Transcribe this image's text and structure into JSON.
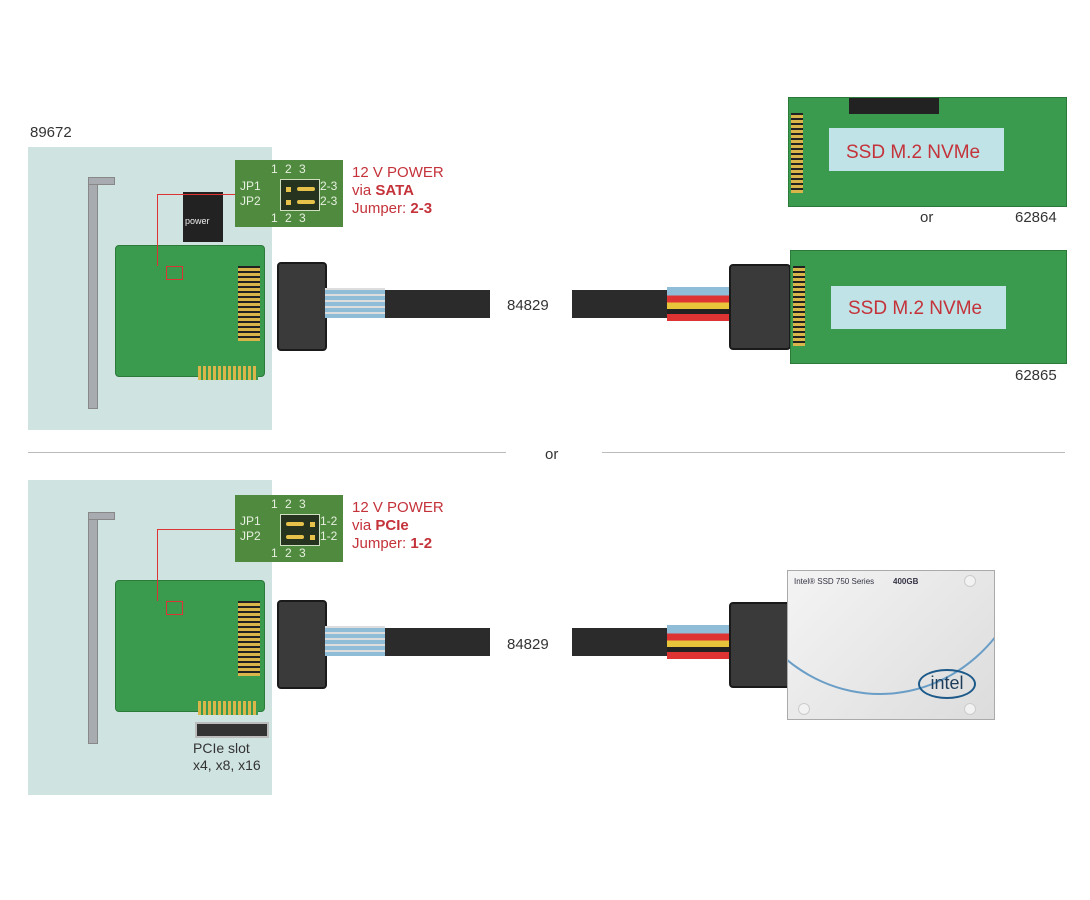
{
  "top": {
    "card_id": "89672",
    "jumper": {
      "cols": [
        "1",
        "2",
        "3"
      ],
      "rows": [
        "JP1",
        "JP2"
      ],
      "settings": [
        "2-3",
        "2-3"
      ]
    },
    "power_line1": "12 V POWER",
    "power_via": "via",
    "power_source": "SATA",
    "jumper_label": "Jumper:",
    "jumper_value": "2-3",
    "power_connector_label": "power",
    "cable_id": "84829",
    "adapter1_text": "SSD M.2 NVMe",
    "adapter1_id": "62864",
    "or_label": "or",
    "adapter2_text": "SSD M.2 NVMe",
    "adapter2_id": "62865"
  },
  "divider_or": "or",
  "bottom": {
    "jumper": {
      "cols": [
        "1",
        "2",
        "3"
      ],
      "rows": [
        "JP1",
        "JP2"
      ],
      "settings": [
        "1-2",
        "1-2"
      ]
    },
    "power_line1": "12 V POWER",
    "power_via": "via",
    "power_source": "PCIe",
    "jumper_label": "Jumper:",
    "jumper_value": "1-2",
    "cable_id": "84829",
    "slot_label": "PCIe slot",
    "slot_sizes": "x4, x8, x16",
    "ssd_title": "Intel® SSD 750 Series",
    "ssd_capacity": "400GB",
    "ssd_brand": "intel"
  },
  "colors": {
    "accent_red": "#c4323a",
    "panel": "#cfe3e1",
    "pcb": "#3a9a4e"
  }
}
